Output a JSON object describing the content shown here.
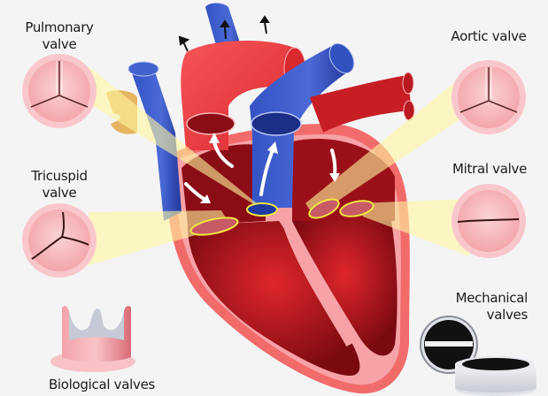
{
  "diagram": {
    "subject": "Human heart cross-section with heart valves",
    "background_color": "#f4f4f5",
    "colors": {
      "oxygenated": "#e8343a",
      "deoxygenated": "#2f4fbf",
      "highlight_beam": "#fff7a0",
      "valve_outline": "#f2e640",
      "heart_wall": "#f26b6b",
      "valve_tissue": "#f7b9bd"
    },
    "labels": {
      "pulmonary": {
        "line1": "Pulmonary",
        "line2": "valve"
      },
      "aortic": {
        "line1": "Aortic valve"
      },
      "tricuspid": {
        "line1": "Tricuspid",
        "line2": "valve"
      },
      "mitral": {
        "line1": "Mitral valve"
      },
      "mechanical": {
        "line1": "Mechanical",
        "line2": "valves"
      },
      "biological": {
        "line1": "Biological valves"
      }
    },
    "valve_callouts": [
      {
        "name": "Pulmonary valve",
        "icon": "three-leaflet-valve-open",
        "side": "left"
      },
      {
        "name": "Aortic valve",
        "icon": "three-leaflet-valve-open",
        "side": "right"
      },
      {
        "name": "Tricuspid valve",
        "icon": "three-leaflet-valve-closed",
        "side": "left"
      },
      {
        "name": "Mitral valve",
        "icon": "two-leaflet-valve-closed",
        "side": "right"
      }
    ],
    "prosthetics": [
      {
        "name": "Biological valves",
        "icon": "bioprosthetic-valve"
      },
      {
        "name": "Mechanical valves",
        "icon": "mechanical-disc-valve"
      }
    ],
    "flow_arrows": [
      "up-left-pulmonary",
      "up-aorta",
      "down-left-atrium",
      "down-right-atrium"
    ]
  }
}
